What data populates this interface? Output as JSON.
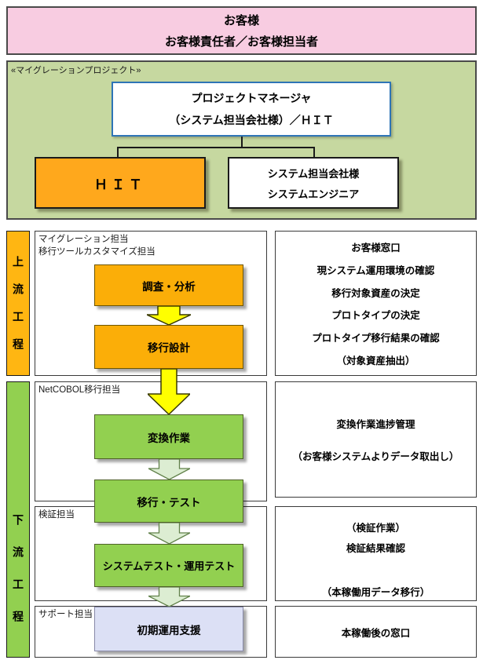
{
  "header": {
    "line1": "お客様",
    "line2": "お客様責任者／お客様担当者"
  },
  "project_section": {
    "label": "«マイグレーションプロジェクト»",
    "pm_box": {
      "line1": "プロジェクトマネージャ",
      "line2": "（システム担当会社様）／ＨＩＴ"
    },
    "hit_box": {
      "label": "ＨＩＴ"
    },
    "se_box": {
      "line1": "システム担当会社様",
      "line2": "システムエンジニア"
    }
  },
  "phase_bars": {
    "upstream": {
      "label": "上流工程"
    },
    "downstream": {
      "label": "下流工程"
    }
  },
  "lanes": [
    {
      "roles": [
        "マイグレーション担当",
        "移行ツールカスタマイズ担当"
      ]
    },
    {
      "roles": [
        "NetCOBOL移行担当"
      ]
    },
    {
      "roles": [
        "検証担当"
      ]
    },
    {
      "roles": [
        "サポート担当"
      ]
    }
  ],
  "flow_boxes": [
    {
      "label": "調査・分析"
    },
    {
      "label": "移行設計"
    },
    {
      "label": "変換作業"
    },
    {
      "label": "移行・テスト"
    },
    {
      "label": "システムテスト・運用テスト"
    },
    {
      "label": "初期運用支援"
    }
  ],
  "right_panels": [
    {
      "lines": [
        "お客様窓口",
        "現システム運用環境の確認",
        "移行対象資産の決定",
        "プロトタイプの決定",
        "プロトタイプ移行結果の確認",
        "（対象資産抽出）"
      ]
    },
    {
      "lines": [
        "変換作業進捗管理",
        "（お客様システムよりデータ取出し）"
      ]
    },
    {
      "lines": [
        "（検証作業）",
        "検証結果確認",
        "（本稼働用データ移行）"
      ]
    },
    {
      "lines": [
        "本稼働後の窓口"
      ]
    }
  ],
  "colors": {
    "pink_header_bg": "#F8CCE1",
    "project_section_bg": "#C6D8A0",
    "hit_orange": "#FFA81C",
    "process_orange": "#FBAE08",
    "process_green": "#92D050",
    "lavender": "#DCE0F5",
    "upstream_bar": "#FFB612",
    "downstream_bar": "#92D050",
    "pm_border_blue": "#2E75B6",
    "arrow_yellow": "#FFFF00",
    "arrow_light_green": "#DCEDD2"
  }
}
